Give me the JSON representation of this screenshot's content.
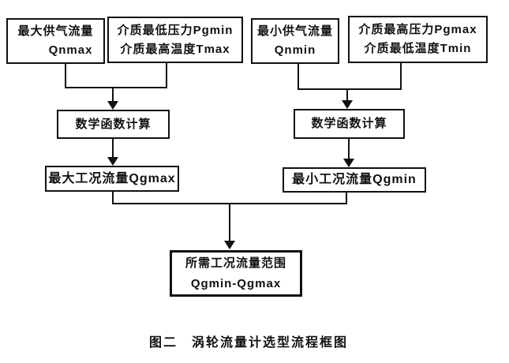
{
  "diagram": {
    "title": "涡轮流量计选型流程框图",
    "caption": "图二　涡轮流量计选型流程框图",
    "colors": {
      "line": "#111111",
      "text": "#111111",
      "background": "#ffffff"
    },
    "boxes": [
      {
        "id": "qnmax",
        "line1": "最大供气流量",
        "line2": "Qnmax"
      },
      {
        "id": "pgmin-tmax",
        "line1": "介质最低压力Pgmin",
        "line2": "介质最高温度Tmax"
      },
      {
        "id": "qnmin",
        "line1": "最小供气流量",
        "line2": "Qnmin"
      },
      {
        "id": "pgmax-tmin",
        "line1": "介质最高压力Pgmax",
        "line2": "介质最低温度Tmin"
      },
      {
        "id": "math-left",
        "line1": "数学函数计算"
      },
      {
        "id": "math-right",
        "line1": "数学函数计算"
      },
      {
        "id": "qgmax",
        "line1": "最大工况流量Qgmax"
      },
      {
        "id": "qgmin",
        "line1": "最小工况流量Qgmin"
      },
      {
        "id": "result",
        "line1": "所需工况流量范围",
        "line2": "Qgmin-Qgmax"
      }
    ],
    "flow": [
      "qnmax + pgmin-tmax -> math-left",
      "qnmin + pgmax-tmin -> math-right",
      "math-left -> qgmax",
      "math-right -> qgmin",
      "qgmax + qgmin -> result"
    ]
  }
}
